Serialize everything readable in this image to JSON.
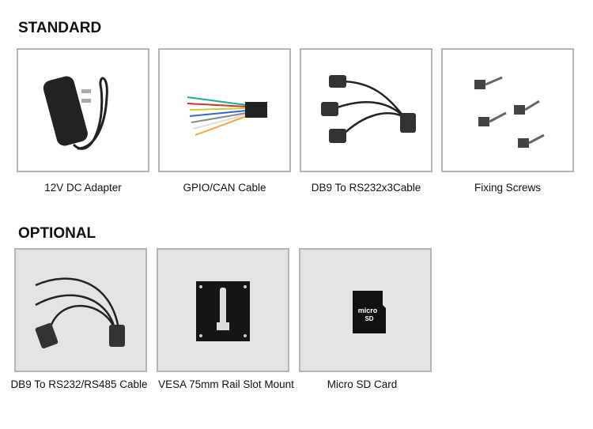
{
  "standard": {
    "heading": "STANDARD",
    "items": [
      {
        "label": "12V DC Adapter",
        "icon": "power-adapter"
      },
      {
        "label": "GPIO/CAN Cable",
        "icon": "gpio-cable"
      },
      {
        "label": "DB9 To RS232x3Cable",
        "icon": "db9-cable"
      },
      {
        "label": "Fixing Screws",
        "icon": "screws"
      }
    ]
  },
  "optional": {
    "heading": "OPTIONAL",
    "items": [
      {
        "label": "DB9 To RS232/RS485 Cable",
        "icon": "db9-cable"
      },
      {
        "label": "VESA 75mm Rail Slot Mount",
        "icon": "vesa-mount"
      },
      {
        "label": "Micro SD Card",
        "icon": "micro-sd"
      }
    ]
  }
}
